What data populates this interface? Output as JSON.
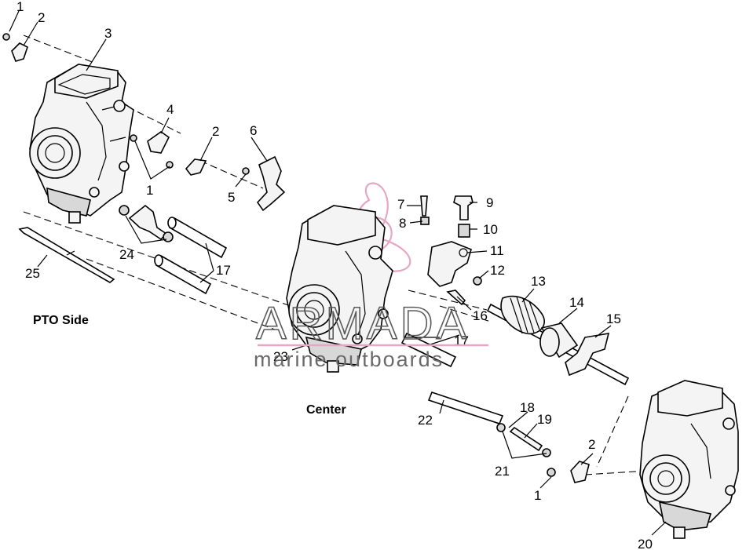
{
  "labels": {
    "pto_side": "PTO Side",
    "center": "Center"
  },
  "callouts": [
    {
      "id": "c1a",
      "text": "1"
    },
    {
      "id": "c2a",
      "text": "2"
    },
    {
      "id": "c3",
      "text": "3"
    },
    {
      "id": "c4",
      "text": "4"
    },
    {
      "id": "c2b",
      "text": "2"
    },
    {
      "id": "c1b",
      "text": "1"
    },
    {
      "id": "c6",
      "text": "6"
    },
    {
      "id": "c5",
      "text": "5"
    },
    {
      "id": "c7",
      "text": "7"
    },
    {
      "id": "c8",
      "text": "8"
    },
    {
      "id": "c9",
      "text": "9"
    },
    {
      "id": "c10",
      "text": "10"
    },
    {
      "id": "c11",
      "text": "11"
    },
    {
      "id": "c12",
      "text": "12"
    },
    {
      "id": "c13",
      "text": "13"
    },
    {
      "id": "c14",
      "text": "14"
    },
    {
      "id": "c15",
      "text": "15"
    },
    {
      "id": "c16",
      "text": "16"
    },
    {
      "id": "c17a",
      "text": "17"
    },
    {
      "id": "c17b",
      "text": "17"
    },
    {
      "id": "c24",
      "text": "24"
    },
    {
      "id": "c25",
      "text": "25"
    },
    {
      "id": "c23",
      "text": "23"
    },
    {
      "id": "c22",
      "text": "22"
    },
    {
      "id": "c18",
      "text": "18"
    },
    {
      "id": "c19",
      "text": "19"
    },
    {
      "id": "c21",
      "text": "21"
    },
    {
      "id": "c1c",
      "text": "1"
    },
    {
      "id": "c2c",
      "text": "2"
    },
    {
      "id": "c20",
      "text": "20"
    }
  ],
  "watermark": {
    "brand": "ARMADA",
    "tagline": "marine outboards",
    "logo_color": "#e8a6c4"
  }
}
